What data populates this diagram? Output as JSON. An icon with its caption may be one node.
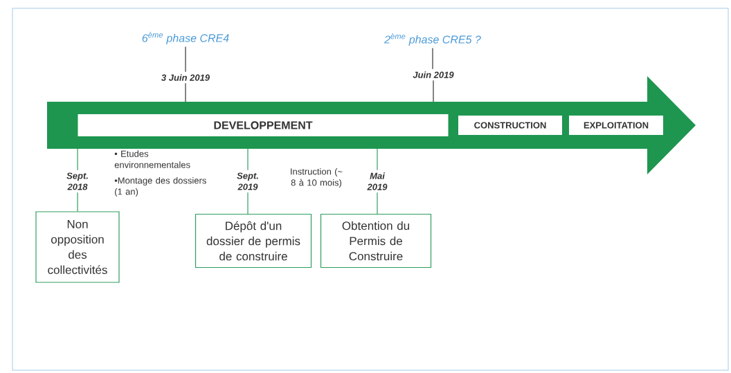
{
  "diagram": {
    "nodes": [
      {
        "text": [
          "6$^{ème}$ phase CRE4"
        ]
      },
      {
        "text": [
          "2$^{ème}$ phase CRE5 ?"
        ]
      },
      {
        "text": [
          "3 Juin 2019"
        ]
      },
      {
        "text": [
          "Juin 2019"
        ]
      },
      {
        "text": [],
        "shape": "arrow"
      },
      {
        "text": [
          "DEVELOPPEMENT"
        ],
        "in": 4
      },
      {
        "text": [
          "CONSTRUCTION"
        ],
        "in": 4
      },
      {
        "text": [
          "EXPLOITATION"
        ],
        "in": 4
      },
      {
        "text": [
          "Sept. 2018"
        ]
      },
      {
        "text": [
          "Sept. 2019"
        ]
      },
      {
        "text": [
          "Mai 2019"
        ]
      },
      {
        "text": [
          "Non opposition des collectivités"
        ]
      },
      {
        "text": [
          "Dépôt d'un dossier de permis de construire"
        ]
      },
      {
        "text": [
          "Obtention du Permis de Construire"
        ]
      }
    ],
    "edges": [
      {
        "from": 0,
        "to": 2,
        "arrow": "none",
        "color": "#333333"
      },
      {
        "from": 2,
        "to": 4,
        "arrow": "none",
        "color": "#333333"
      },
      {
        "from": 1,
        "to": 3,
        "arrow": "none",
        "color": "#333333"
      },
      {
        "from": 3,
        "to": 4,
        "arrow": "none",
        "color": "#333333"
      },
      {
        "from": 4,
        "to": 8,
        "arrow": "none",
        "color": "#2e9e5e"
      },
      {
        "from": 8,
        "to": 11,
        "arrow": "none",
        "color": "#2e9e5e"
      },
      {
        "from": 4,
        "to": 9,
        "arrow": "none",
        "color": "#2e9e5e"
      },
      {
        "from": 9,
        "to": 12,
        "arrow": "none",
        "color": "#2e9e5e"
      },
      {
        "from": 4,
        "to": 10,
        "arrow": "none",
        "color": "#2e9e5e"
      },
      {
        "from": 10,
        "to": 13,
        "arrow": "none",
        "color": "#2e9e5e"
      }
    ],
    "labels": [
      "• Etudes environnementales",
      "•Montage des dossiers (1 an)",
      "Instruction (~ 8 à 10 mois)"
    ]
  }
}
